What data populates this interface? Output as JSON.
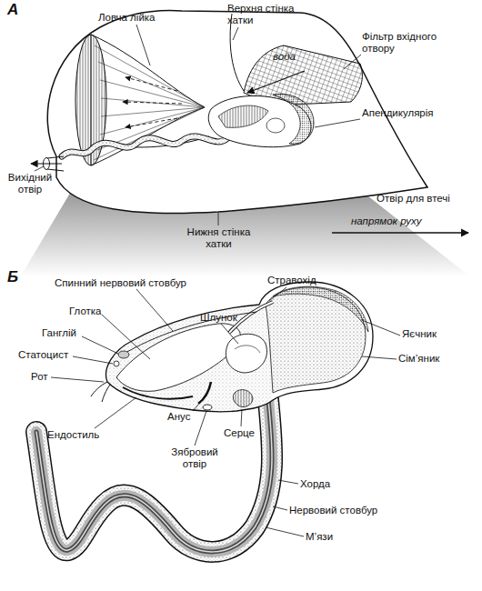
{
  "diagram": {
    "labels": [
      "А",
      "Ловча лійка",
      "Верхня стінка хатки",
      "вода",
      "Фільтр вхідного отвору",
      "Апендикулярія",
      "Вихідний отвір",
      "Отвір для втечі",
      "Нижня стінка хатки",
      "напрямок руху",
      "Б",
      "Спинний нервовий стовбур",
      "Стравохід",
      "Глотка",
      "Шлунок",
      "Ганглій",
      "Статоцист",
      "Рот",
      "Яєчник",
      "Сім’яник",
      "Ендостиль",
      "Анус",
      "Серце",
      "Зябровий отвір",
      "Хорда",
      "Нервовий стовбур",
      "М’язи"
    ]
  }
}
